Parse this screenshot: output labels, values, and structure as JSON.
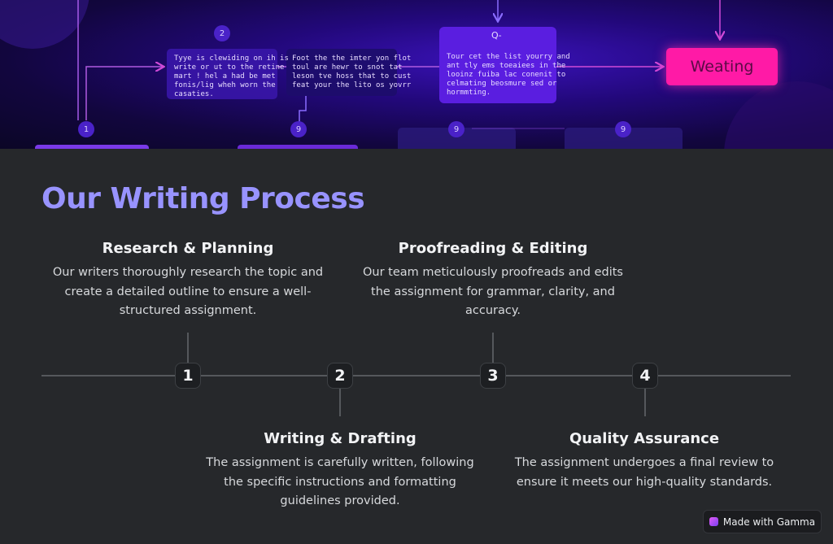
{
  "hero": {
    "badges": [
      "2",
      "1",
      "9",
      "9",
      "9"
    ],
    "node_texts": [
      "Tyye is clewiding on ih is\nwrite or ut to the retine\nmart ! hel a had be met\nfonis/lig wheh worn the\ncasaties.",
      "Foot the the imter yon flot\ntoul are hewr to snot tat\nleson tve hoss that to cust\nfeat your the lito os yovrr",
      "Tour cet the list yourry and\nant tly ems toeaiees in the\nlooinz fuiba lac conenit to\ncelmating beosmure sed or\nhormmting."
    ],
    "q_label": "Q‐",
    "pink_button": "Weating"
  },
  "section": {
    "title": "Our Writing Process",
    "steps": [
      {
        "number": "1",
        "title": "Research & Planning",
        "text": "Our writers thoroughly research the topic and create a detailed outline to ensure a well-structured assignment."
      },
      {
        "number": "2",
        "title": "Writing & Drafting",
        "text": "The assignment is carefully written, following the specific instructions and formatting guidelines provided."
      },
      {
        "number": "3",
        "title": "Proofreading & Editing",
        "text": "Our team meticulously proofreads and edits the assignment for grammar, clarity, and accuracy."
      },
      {
        "number": "4",
        "title": "Quality Assurance",
        "text": "The assignment undergoes a final review to ensure it meets our high-quality standards."
      }
    ]
  },
  "footer": {
    "made_with": "Made with Gamma",
    "logo_icon": "gamma-logo-icon"
  },
  "colors": {
    "title_accent": "#9893ff",
    "background": "#26282b",
    "pink": "#ff1aa6"
  }
}
